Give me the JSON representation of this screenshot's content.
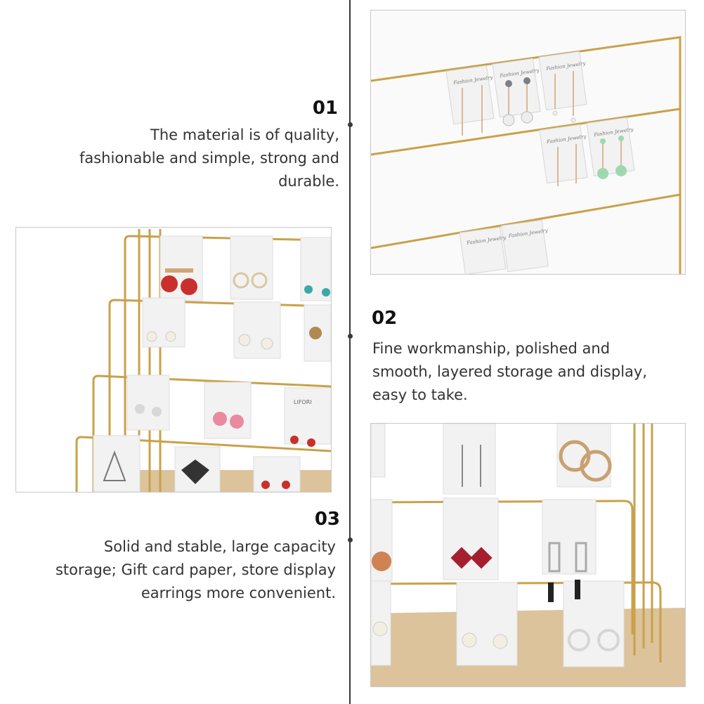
{
  "features": [
    {
      "number": "01",
      "lines": [
        "The material is of quality,",
        "fashionable and simple, strong and",
        "durable."
      ]
    },
    {
      "number": "02",
      "lines": [
        "Fine workmanship, polished and",
        "smooth, layered storage and display,",
        "easy to take."
      ]
    },
    {
      "number": "03",
      "lines": [
        "Solid and stable, large capacity",
        "storage; Gift card paper, store display",
        "earrings more convenient."
      ]
    }
  ],
  "card_text": [
    "Fashion Jewelry",
    "Fashion Jewelry",
    "Fashion Jewelry",
    "Fashion Jewelry",
    "Fashion Jewelry",
    "Fashion Jewelry",
    "Fashion Jewelry"
  ],
  "brand_text": "LIFORI",
  "colors": {
    "gold": "#c9a14a",
    "wood": "#dcc39b",
    "line": "#3a3a3a",
    "card": "#f2f2f2"
  }
}
